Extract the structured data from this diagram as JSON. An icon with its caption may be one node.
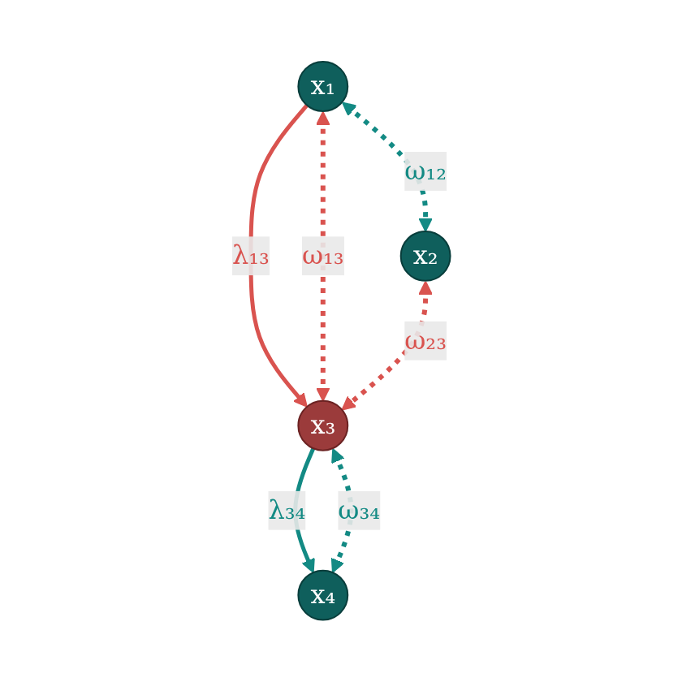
{
  "diagram": {
    "nodes": [
      {
        "text": [
          "x₁"
        ]
      },
      {
        "text": [
          "x₂"
        ]
      },
      {
        "text": [
          "x₃"
        ]
      },
      {
        "text": [
          "x₄"
        ]
      }
    ],
    "edges": [
      {
        "from": 0,
        "to": 1,
        "arrow": "both",
        "label": "ω₁₂",
        "style": "dashed",
        "color": "#138a84"
      },
      {
        "from": 0,
        "to": 2,
        "arrow": "to",
        "label": "λ₁₃",
        "color": "#d9534f"
      },
      {
        "from": 0,
        "to": 2,
        "arrow": "both",
        "label": "ω₁₃",
        "style": "dashed",
        "color": "#d9534f"
      },
      {
        "from": 1,
        "to": 2,
        "arrow": "both",
        "label": "ω₂₃",
        "style": "dashed",
        "color": "#d9534f"
      },
      {
        "from": 2,
        "to": 3,
        "arrow": "to",
        "label": "λ₃₄",
        "color": "#138a84"
      },
      {
        "from": 2,
        "to": 3,
        "arrow": "both",
        "label": "ω₃₄",
        "style": "dashed",
        "color": "#138a84"
      }
    ]
  }
}
